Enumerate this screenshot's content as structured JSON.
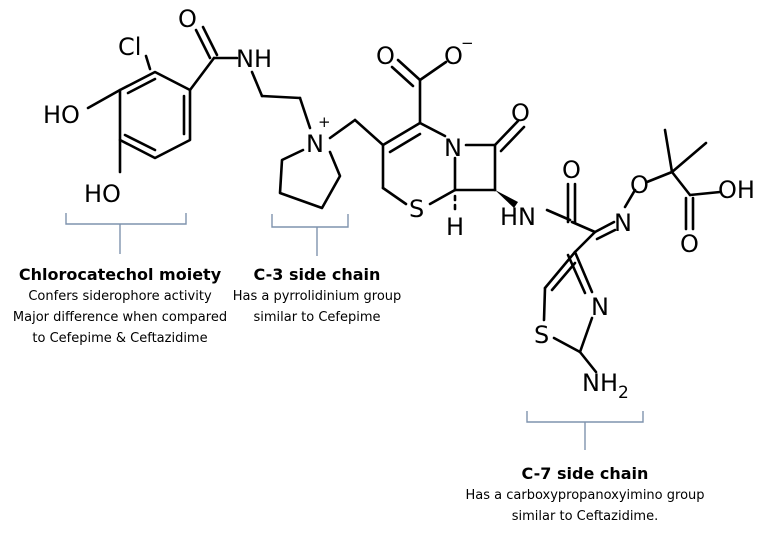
{
  "atoms": {
    "O_amide": "O",
    "NH_amide": "NH",
    "Cl": "Cl",
    "HO_upper": "HO",
    "HO_lower": "HO",
    "N_plus": "N",
    "plus": "+",
    "O_carbonyl_carboxylate": "O",
    "O_minus": "O",
    "minus": "−",
    "N_lactam": "N",
    "O_lactam": "O",
    "S_ring": "S",
    "H_ring": "H",
    "HN_link": "HN",
    "O_link_carbonyl": "O",
    "N_oxime": "N",
    "O_oxime": "O",
    "OH_acid": "OH",
    "O_acid": "O",
    "N_thiazole": "N",
    "S_thiazole": "S",
    "NH2_main": "NH",
    "NH2_sub": "2"
  },
  "annotations": [
    {
      "title": "Chlorocatechol moiety",
      "lines": [
        "Confers siderophore activity",
        "Major difference when compared",
        "to Cefepime & Ceftazidime"
      ]
    },
    {
      "title": "C-3 side chain",
      "lines": [
        "Has a pyrrolidinium group",
        "similar to Cefepime"
      ]
    },
    {
      "title": "C-7 side chain",
      "lines": [
        "Has a carboxypropanoxyimino group",
        "similar to Ceftazidime."
      ]
    }
  ]
}
